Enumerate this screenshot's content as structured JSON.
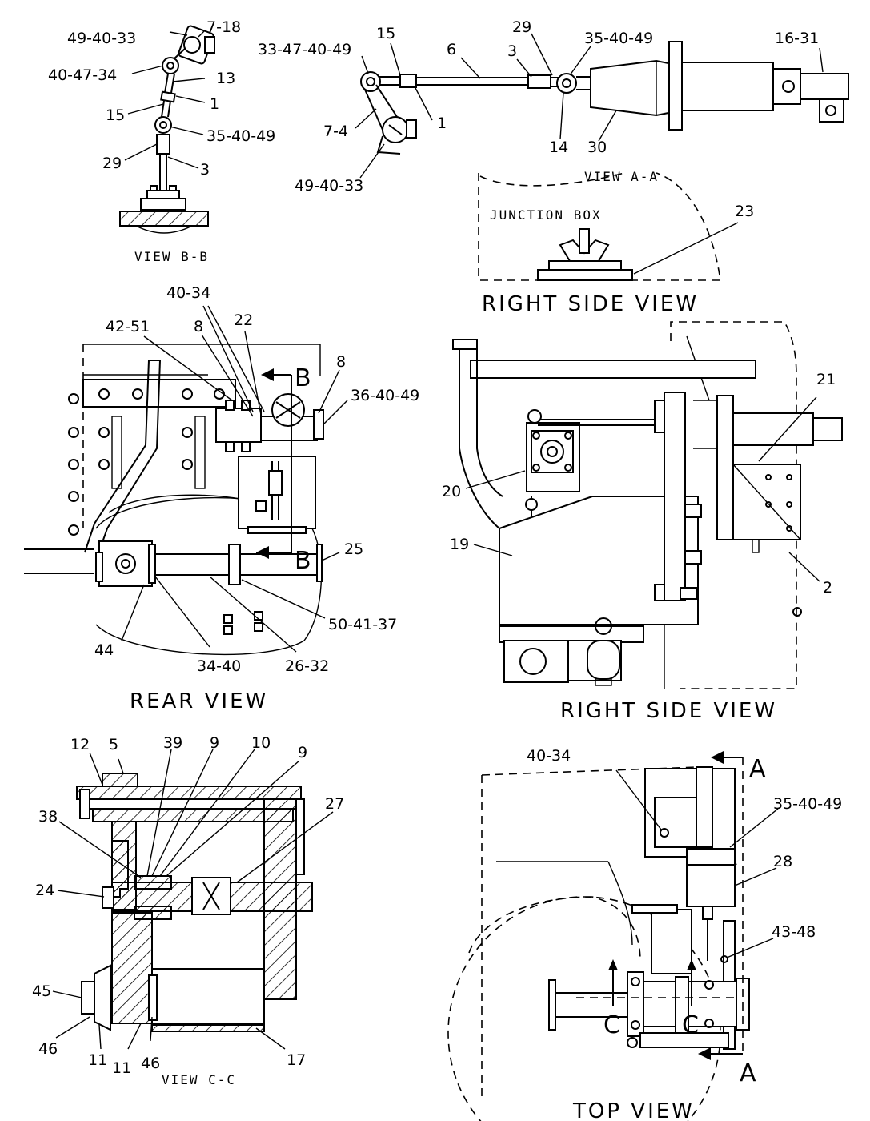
{
  "views": {
    "bb": "VIEW B-B",
    "aa": "VIEW A-A",
    "right_top": "RIGHT SIDE VIEW",
    "rear": "REAR VIEW",
    "right_mid": "RIGHT SIDE VIEW",
    "cc": "VIEW C-C",
    "top": "TOP VIEW"
  },
  "notes": {
    "junction_box": "JUNCTION BOX"
  },
  "section_marks": {
    "a": "A",
    "b": "B",
    "c": "C"
  },
  "callouts": {
    "bb": [
      "49-40-33",
      "7-18",
      "40-47-34",
      "13",
      "1",
      "15",
      "35-40-49",
      "29",
      "3"
    ],
    "aa": [
      "15",
      "29",
      "33-47-40-49",
      "6",
      "3",
      "35-40-49",
      "16-31",
      "1",
      "7-4",
      "14",
      "30",
      "49-40-33"
    ],
    "junction": [
      "23"
    ],
    "rear": [
      "40-34",
      "42-51",
      "8",
      "22",
      "8",
      "36-40-49",
      "25",
      "50-41-37",
      "44",
      "34-40",
      "26-32"
    ],
    "right": [
      "21",
      "20",
      "19",
      "2"
    ],
    "cc": [
      "12",
      "5",
      "39",
      "9",
      "10",
      "9",
      "38",
      "27",
      "24",
      "45",
      "46",
      "11",
      "11",
      "46",
      "17"
    ],
    "top": [
      "40-34",
      "35-40-49",
      "28",
      "43-48"
    ]
  }
}
